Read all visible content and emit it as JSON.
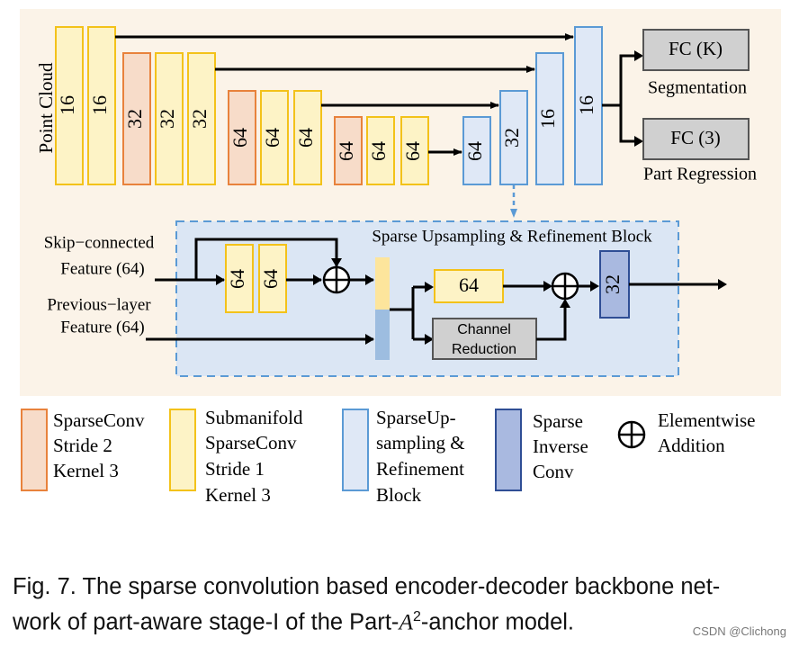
{
  "figure": {
    "input_label": "Point Cloud",
    "encoder_blocks": [
      "16",
      "16",
      "32",
      "32",
      "32",
      "64",
      "64",
      "64",
      "64",
      "64",
      "64"
    ],
    "decoder_blocks": [
      "64",
      "32",
      "16",
      "16"
    ],
    "heads": {
      "fc_seg": "FC (K)",
      "seg_label": "Segmentation",
      "fc_reg": "FC (3)",
      "reg_label": "Part Regression"
    },
    "detail": {
      "title": "Sparse Upsampling & Refinement Block",
      "skip_line1": "Skip−connected",
      "skip_line2": "Feature (64)",
      "prev_line1": "Previous−layer",
      "prev_line2": "Feature (64)",
      "block_a": "64",
      "block_b": "64",
      "block_c": "64",
      "channel_reduction_1": "Channel",
      "channel_reduction_2": "Reduction",
      "output_block": "32"
    }
  },
  "legend": {
    "sparse_conv": [
      "SparseConv",
      "Stride 2",
      "Kernel 3"
    ],
    "submanifold": [
      "Submanifold",
      "SparseConv",
      "Stride 1",
      "Kernel 3"
    ],
    "upsampling": [
      "SparseUp-",
      "sampling &",
      "Refinement",
      "Block"
    ],
    "inverse": [
      "Sparse",
      "Inverse",
      "Conv"
    ],
    "addition": [
      "Elementwise",
      "Addition"
    ]
  },
  "caption": {
    "prefix": "Fig. 7. The sparse convolution based encoder-decoder backbone net-",
    "line2_start": "work of part-aware stage-I of the Part-",
    "math_base": "A",
    "math_sup": "2",
    "line2_end": "-anchor model."
  },
  "watermark": "CSDN @Clichong",
  "colors": {
    "panel_bg": "#fbf3e8",
    "sparse_conv_fill": "#f7dcc9",
    "sparse_conv_stroke": "#e8823c",
    "submanifold_fill": "#fdf3c6",
    "submanifold_stroke": "#f3c21a",
    "upsampling_fill": "#dfe8f6",
    "upsampling_stroke": "#5b9ad5",
    "inverse_fill": "#a9b9e0",
    "inverse_stroke": "#2f4e95",
    "detail_bg": "#dbe6f4",
    "fc_fill": "#d0d0d0"
  }
}
